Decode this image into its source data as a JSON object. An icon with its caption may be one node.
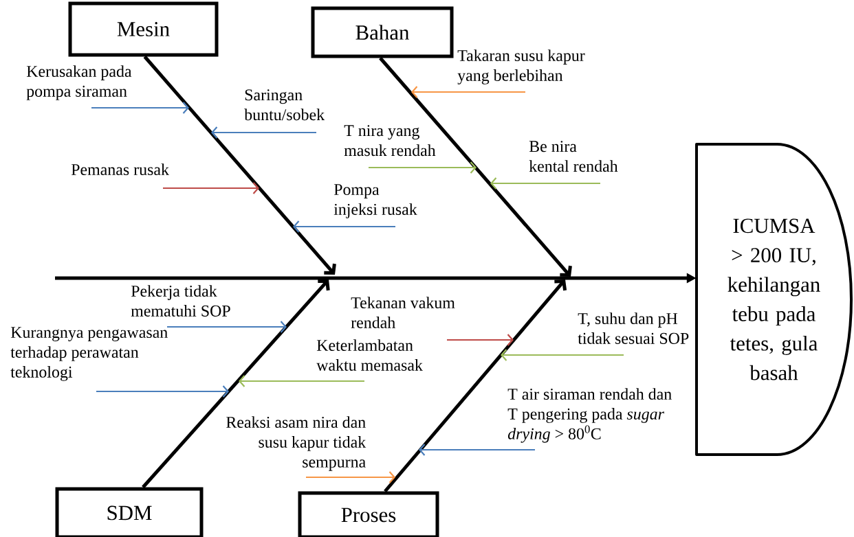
{
  "diagram": {
    "nodes": [
      {
        "text": [
          "Mesin"
        ]
      },
      {
        "text": [
          "Bahan"
        ]
      },
      {
        "text": [
          "SDM"
        ]
      },
      {
        "text": [
          "Proses"
        ]
      },
      {
        "text": [
          "ICUMSA > 200 IU, kehilangan tebu pada tetes, gula basah"
        ]
      },
      {
        "text": [
          "Kerusakan pada pompa siraman"
        ]
      },
      {
        "text": [
          "Saringan buntu/sobek"
        ]
      },
      {
        "text": [
          "Pemanas rusak"
        ]
      },
      {
        "text": [
          "Pompa injeksi rusak"
        ]
      },
      {
        "text": [
          "Takaran susu kapur yang berlebihan"
        ]
      },
      {
        "text": [
          "T nira yang masuk rendah"
        ]
      },
      {
        "text": [
          "Be nira kental rendah"
        ]
      },
      {
        "text": [
          "Pekerja tidak mematuhi SOP"
        ]
      },
      {
        "text": [
          "Kurangnya pengawasan terhadap perawatan teknologi"
        ]
      },
      {
        "text": [
          "Keterlambatan waktu memasak"
        ]
      },
      {
        "text": [
          "Reaksi asam nira dan susu kapur tidak sempurna"
        ]
      },
      {
        "text": [
          "Tekanan vakum rendah"
        ]
      },
      {
        "text": [
          "T, suhu dan pH tidak sesuai SOP"
        ]
      },
      {
        "text": [
          "T air siraman rendah dan T pengering pada *sugar drying* > 80$^{0}$C"
        ]
      }
    ],
    "edges": [
      {
        "from": null,
        "to": 4,
        "arrow": "to",
        "style": "thick",
        "color": "#000000"
      },
      {
        "from": 0,
        "to": null,
        "arrow": "to",
        "style": "thick",
        "color": "#000000"
      },
      {
        "from": 1,
        "to": null,
        "arrow": "to",
        "style": "thick",
        "color": "#000000"
      },
      {
        "from": 2,
        "to": null,
        "arrow": "to",
        "style": "thick",
        "color": "#000000"
      },
      {
        "from": 3,
        "to": null,
        "arrow": "to",
        "style": "thick",
        "color": "#000000"
      },
      {
        "from": 5,
        "to": null,
        "arrow": "to",
        "color": "#4a7ebb"
      },
      {
        "from": 6,
        "to": null,
        "arrow": "to",
        "color": "#4a7ebb"
      },
      {
        "from": 7,
        "to": null,
        "arrow": "to",
        "color": "#be4b48"
      },
      {
        "from": 8,
        "to": null,
        "arrow": "to",
        "color": "#4a7ebb"
      },
      {
        "from": 9,
        "to": null,
        "arrow": "to",
        "color": "#f79646"
      },
      {
        "from": 10,
        "to": null,
        "arrow": "to",
        "color": "#9bbb59"
      },
      {
        "from": 11,
        "to": null,
        "arrow": "to",
        "color": "#9bbb59"
      },
      {
        "from": 12,
        "to": null,
        "arrow": "to",
        "color": "#4a7ebb"
      },
      {
        "from": 13,
        "to": null,
        "arrow": "to",
        "color": "#4a7ebb"
      },
      {
        "from": 14,
        "to": null,
        "arrow": "to",
        "color": "#9bbb59"
      },
      {
        "from": 15,
        "to": null,
        "arrow": "to",
        "color": "#f79646"
      },
      {
        "from": 16,
        "to": null,
        "arrow": "to",
        "color": "#be4b48"
      },
      {
        "from": 17,
        "to": null,
        "arrow": "to",
        "color": "#9bbb59"
      },
      {
        "from": 18,
        "to": null,
        "arrow": "to",
        "color": "#4a7ebb"
      }
    ]
  }
}
